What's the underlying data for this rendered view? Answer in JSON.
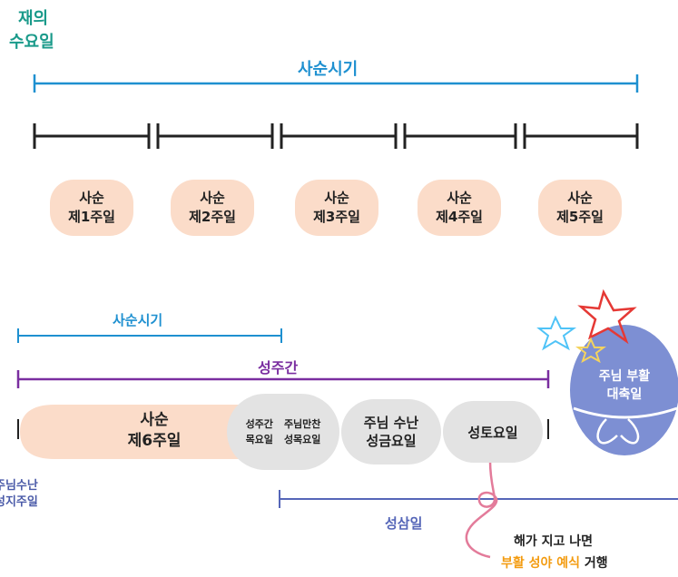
{
  "header": {
    "line1": "재의",
    "line2": "수요일"
  },
  "top_timeline": {
    "label": "사순시기",
    "weeks": [
      {
        "line1": "사순",
        "line2": "제1주일"
      },
      {
        "line1": "사순",
        "line2": "제2주일"
      },
      {
        "line1": "사순",
        "line2": "제3주일"
      },
      {
        "line1": "사순",
        "line2": "제4주일"
      },
      {
        "line1": "사순",
        "line2": "제5주일"
      }
    ]
  },
  "bottom_timeline": {
    "lent_label": "사순시기",
    "holy_week_label": "성주간",
    "triduum_label": "성삼일",
    "week6": {
      "line1": "사순",
      "line2": "제6주일"
    },
    "holy_tue_wed": {
      "line1": "성주간",
      "line2": "목요일"
    },
    "holy_thu": {
      "line1": "주님만찬",
      "line2": "성목요일"
    },
    "good_friday": {
      "line1": "주님 수난",
      "line2": "성금요일"
    },
    "holy_saturday": "성토요일",
    "palm_sunday": {
      "line1": "주님수난",
      "line2": "성지주일"
    },
    "easter": {
      "line1": "주님 부활",
      "line2": "대축일"
    },
    "vigil_note": {
      "line1": "해가 지고 나면",
      "part_a": "부활 성야 예식",
      "part_b": " 거행"
    }
  },
  "colors": {
    "teal": "#1a9a8a",
    "blue": "#1e90d0",
    "purple": "#7a2ea0",
    "indigo": "#5566b8",
    "peach": "#fbdcc9",
    "egg": "#7d8fd3",
    "orange": "#f39c12",
    "red_star": "#e53935",
    "blue_star": "#4fc3f7",
    "yellow_star": "#f4d35e"
  }
}
